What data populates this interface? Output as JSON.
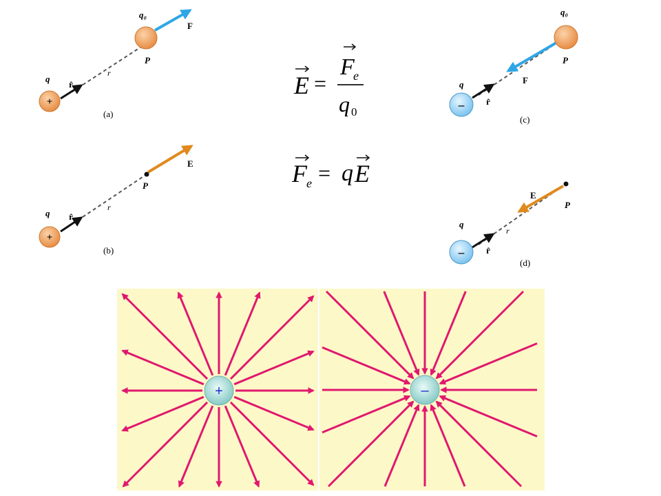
{
  "panels": [
    {
      "id": "a",
      "caption": "(a)",
      "charge_label": "q",
      "charge_sign": "+",
      "unit_vector_label": "r̂",
      "distance_label": "r",
      "point_label": "P",
      "test_charge_label": "q₀",
      "vector_label": "F",
      "vector_color": "#2ea6e6"
    },
    {
      "id": "b",
      "caption": "(b)",
      "charge_label": "q",
      "charge_sign": "+",
      "unit_vector_label": "r̂",
      "distance_label": "r",
      "point_label": "P",
      "vector_label": "E",
      "vector_color": "#e08a1e"
    },
    {
      "id": "c",
      "caption": "(c)",
      "charge_label": "q",
      "charge_sign": "–",
      "unit_vector_label": "r̂",
      "point_label": "P",
      "test_charge_label": "q₀",
      "vector_label": "F",
      "vector_color": "#2ea6e6"
    },
    {
      "id": "d",
      "caption": "(d)",
      "charge_label": "q",
      "charge_sign": "–",
      "unit_vector_label": "r̂",
      "distance_label": "r",
      "point_label": "P",
      "vector_label": "E",
      "vector_color": "#e08a1e"
    }
  ],
  "equations": {
    "eq1": {
      "lhs": "E",
      "rhs_num": "F",
      "rhs_num_sub": "e",
      "rhs_den": "q",
      "rhs_den_sub": "0"
    },
    "eq2": {
      "lhs": "F",
      "lhs_sub": "e",
      "rhs_coef": "q",
      "rhs_vec": "E"
    }
  },
  "field_lines": {
    "positive_sign": "+",
    "negative_sign": "–",
    "line_color": "#e0186e",
    "background_color": "#fdf8c8"
  },
  "colors": {
    "positive_charge": "#f2a868",
    "negative_charge": "#a9d8f7",
    "force_arrow": "#2ea6e6",
    "field_arrow": "#e08a1e",
    "sphere_center": "#9fd6d2"
  }
}
